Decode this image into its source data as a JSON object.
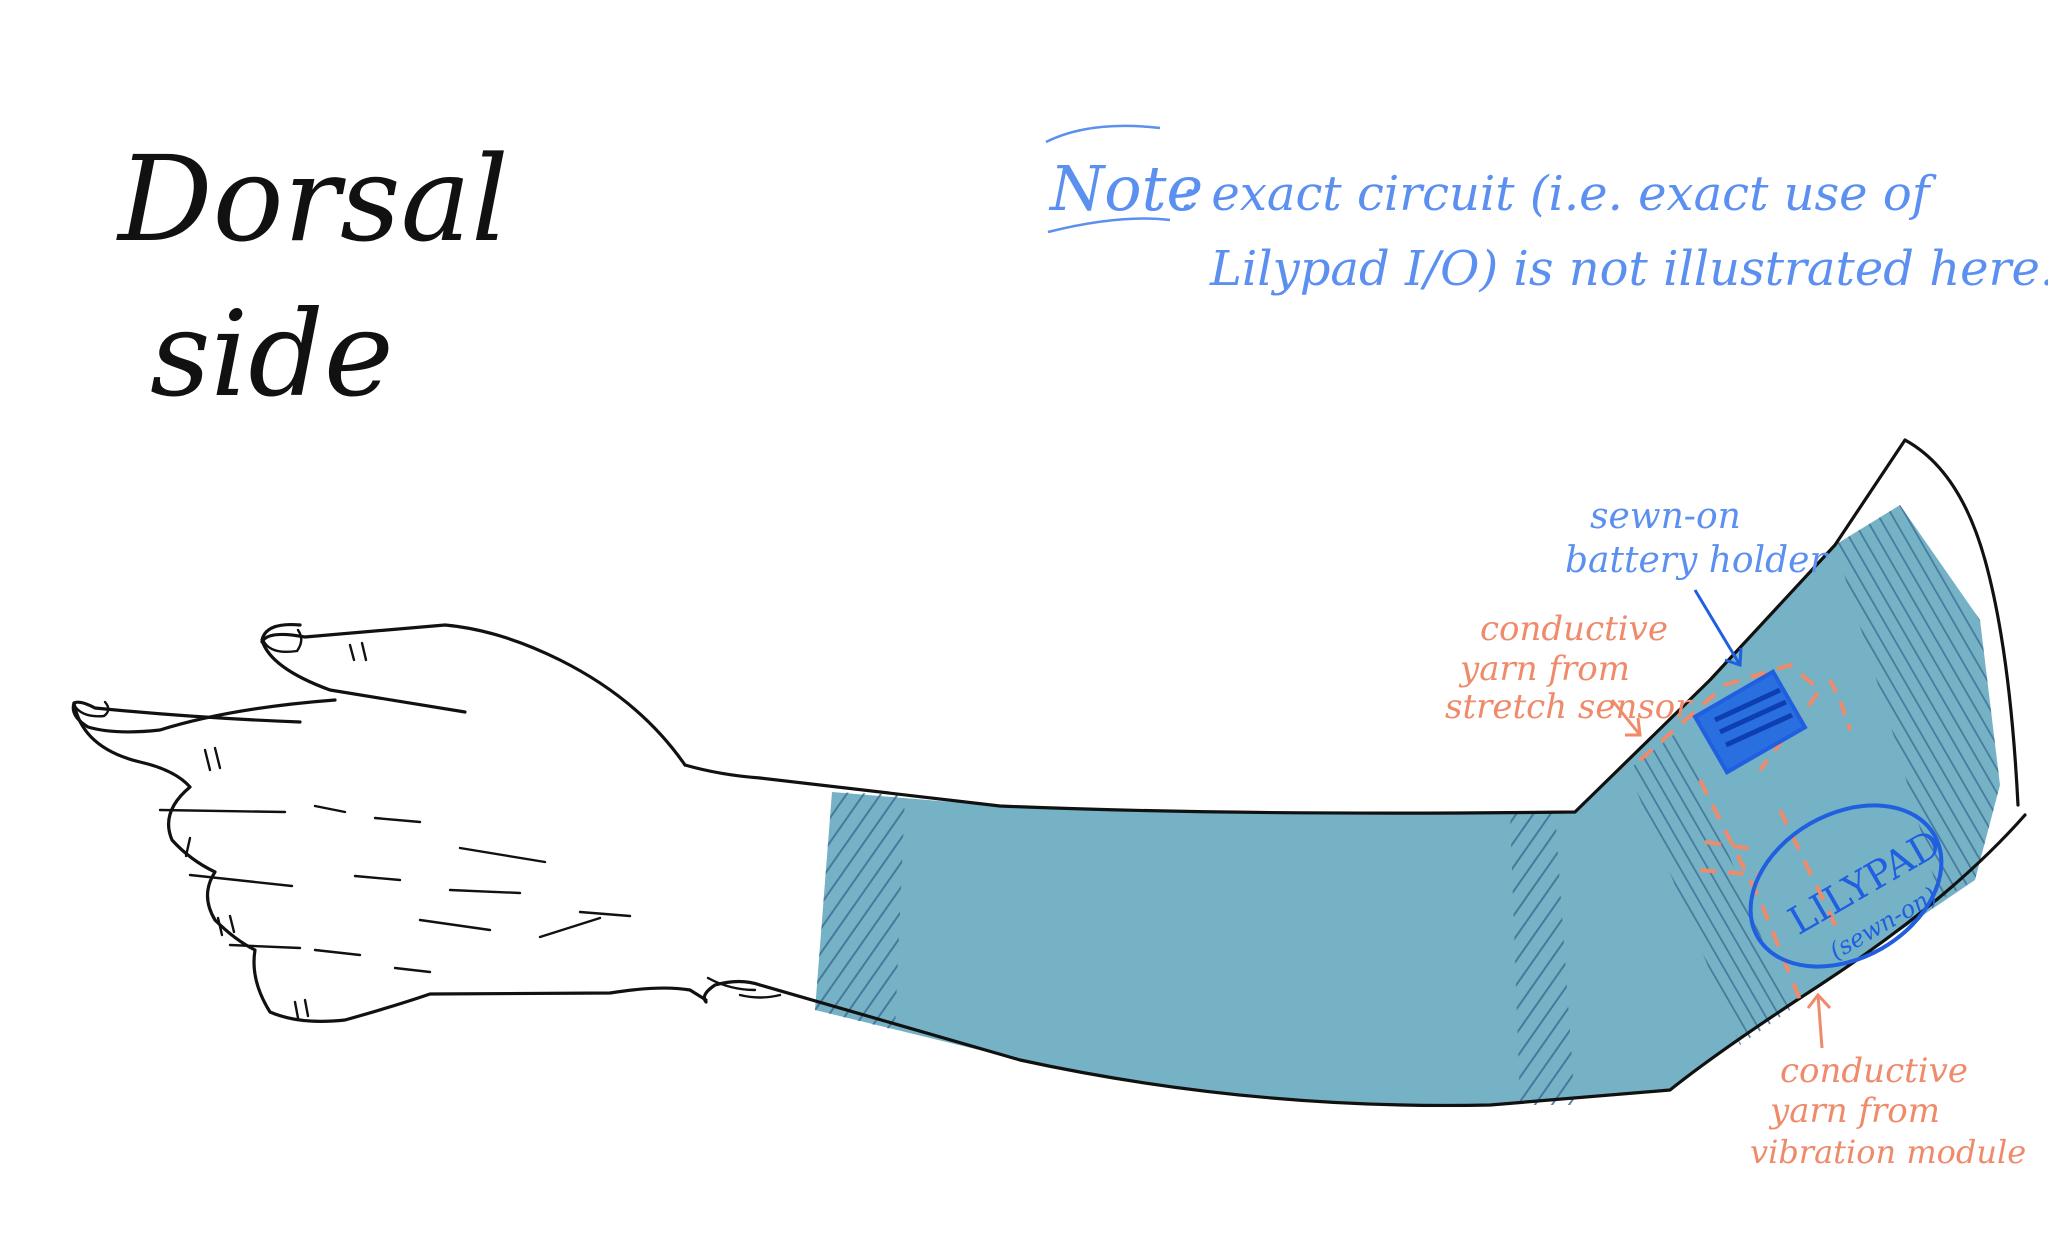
{
  "title": {
    "line1": "Dorsal",
    "line2": "side"
  },
  "note": {
    "label": "Note",
    "line1": ": exact circuit (i.e. exact use of",
    "line2": "Lilypad I/O) is not illustrated here."
  },
  "labels": {
    "battery_line1": "sewn-on",
    "battery_line2": "battery holder",
    "stretch_line1": "conductive",
    "stretch_line2": "yarn from",
    "stretch_line3": "stretch sensor",
    "vibration_line1": "conductive",
    "vibration_line2": "yarn from",
    "vibration_line3": "vibration module",
    "lilypad_main": "LILYPAD",
    "lilypad_sub": "(sewn-on)"
  },
  "colors": {
    "sleeve": "#75b2c6",
    "sleeve_hatch": "#3f6f95",
    "ink": "#111111",
    "note_blue": "#5b8ff0",
    "component_blue": "#1f5fe0",
    "yarn_orange": "#ef8a6a"
  }
}
